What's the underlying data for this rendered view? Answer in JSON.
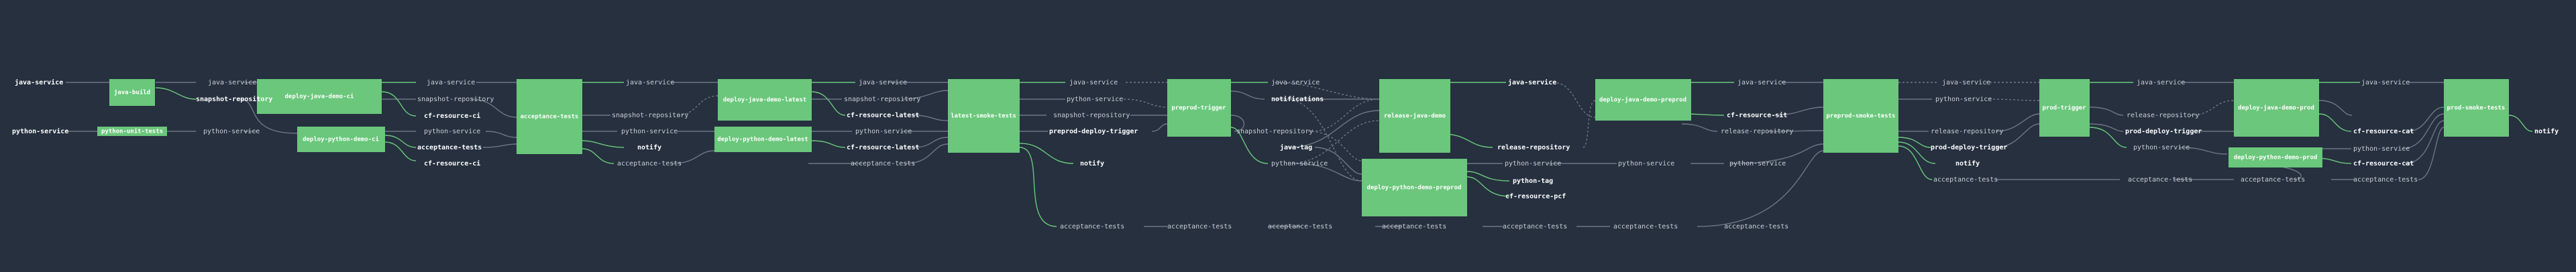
{
  "colors": {
    "background": "#26303f",
    "job": "#6ac77b",
    "job_text": "#ffffff",
    "edge_passed": "#6ac77b",
    "edge_plain": "#6d7684"
  },
  "jobs": {
    "java_build": "java-build",
    "python_unit_tests": "python-unit-tests",
    "deploy_java_demo_ci": "deploy-java-demo-ci",
    "deploy_python_demo_ci": "deploy-python-demo-ci",
    "acceptance_tests": "acceptance-tests",
    "deploy_java_demo_latest": "deploy-java-demo-latest",
    "deploy_python_demo_latest": "deploy-python-demo-latest",
    "latest_smoke_tests": "latest-smoke-tests",
    "preprod_trigger": "preprod-trigger",
    "release_java_demo": "release-java-demo",
    "deploy_python_demo_preprod": "deploy-python-demo-preprod",
    "deploy_java_demo_preprod": "deploy-java-demo-preprod",
    "preprod_smoke_tests": "preprod-smoke-tests",
    "prod_trigger": "prod-trigger",
    "deploy_java_demo_prod": "deploy-java-demo-prod",
    "deploy_python_demo_prod": "deploy-python-demo-prod",
    "prod_smoke_tests": "prod-smoke-tests"
  },
  "resources": {
    "java_service": "java-service",
    "python_service": "python-service",
    "snapshot_repository": "snapshot-repository",
    "cf_resource_ci": "cf-resource-ci",
    "acceptance_tests": "acceptance-tests",
    "notify": "notify",
    "cf_resource_latest": "cf-resource-latest",
    "preprod_deploy_trigger": "preprod-deploy-trigger",
    "notifications": "notifications",
    "java_tag": "java-tag",
    "release_repository": "release-repository",
    "python_tag": "python-tag",
    "cf_resource_pcf": "cf-resource-pcf",
    "cf_resource_sit": "cf-resource-sit",
    "prod_deploy_trigger": "prod-deploy-trigger",
    "cf_resource_cat": "cf-resource-cat"
  }
}
